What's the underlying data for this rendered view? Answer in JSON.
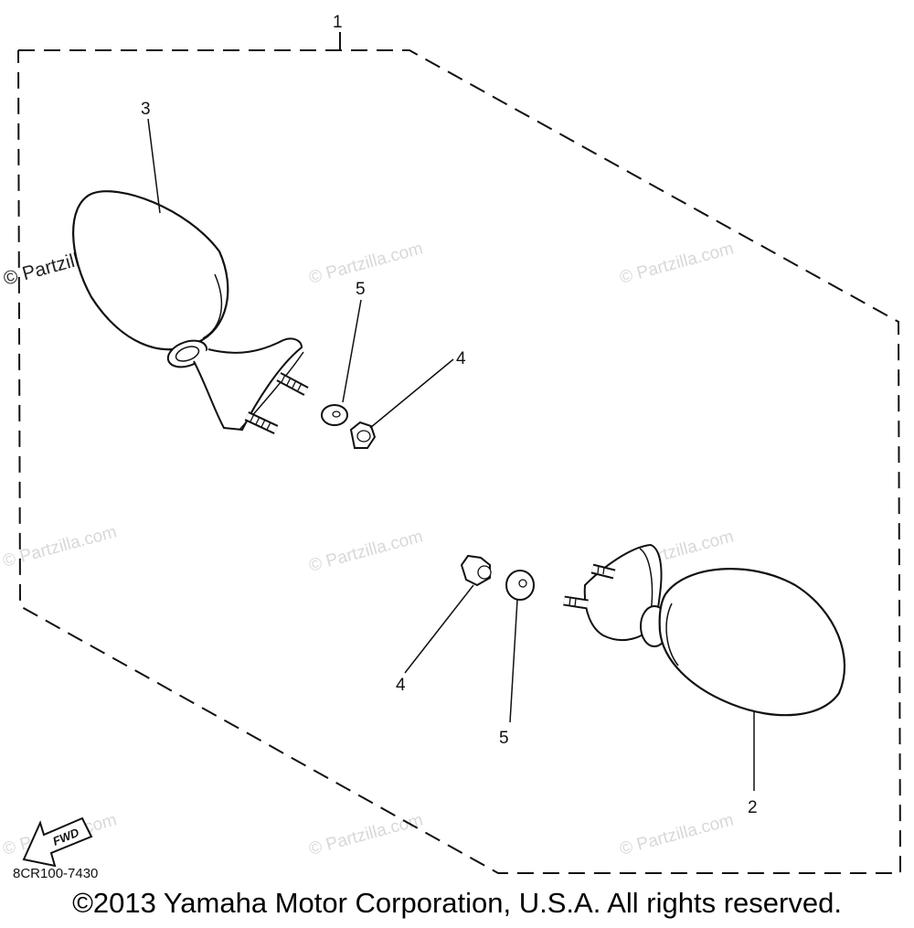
{
  "diagram": {
    "callouts": {
      "c1": "1",
      "c2": "2",
      "c3": "3",
      "c4_top": "4",
      "c4_bottom": "4",
      "c5_top": "5",
      "c5_bottom": "5"
    },
    "diagram_code": "8CR100-7430",
    "fwd_label": "FWD"
  },
  "watermark": {
    "text": "© Partzilla.com"
  },
  "footer": {
    "copyright": "©2013 Yamaha Motor Corporation, U.S.A. All rights reserved."
  }
}
